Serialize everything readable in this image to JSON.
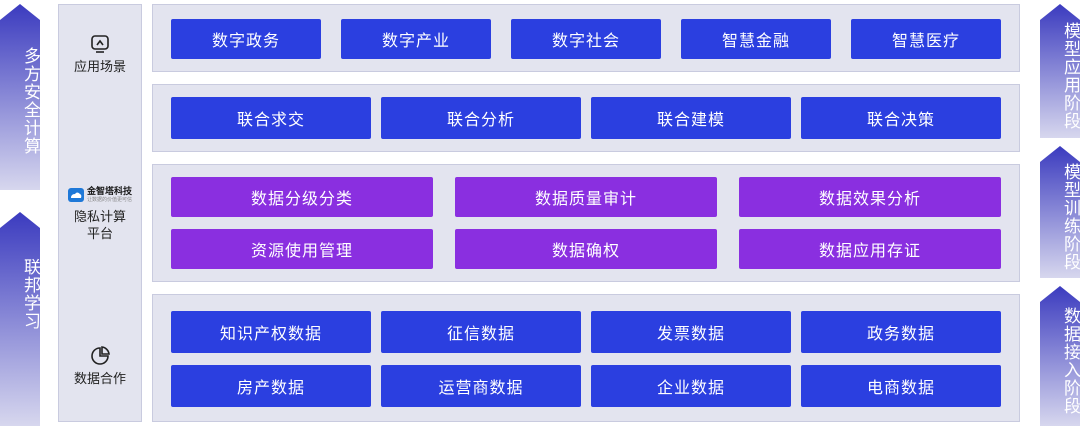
{
  "colors": {
    "blue": "#2b3fe0",
    "purple": "#8a2fe0",
    "panel": "#e3e4ef",
    "arrow_start": "#3b3bbf",
    "arrow_end": "#d7d7ee"
  },
  "left_arrows": [
    "多方安全计算",
    "联邦学习"
  ],
  "right_arrows": [
    "模型应用阶段",
    "模型训练阶段",
    "数据接入阶段"
  ],
  "sidebar": {
    "scene": {
      "label": "应用场景",
      "icon": "presentation-icon"
    },
    "platform": {
      "brand": "金智塔科技",
      "brand_sub": "让数据的价值更可信",
      "label_line1": "隐私计算",
      "label_line2": "平台",
      "icon": "cloud-logo-icon"
    },
    "coop": {
      "label": "数据合作",
      "icon": "pie-chart-icon"
    }
  },
  "layers": {
    "scenes": [
      "数字政务",
      "数字产业",
      "数字社会",
      "智慧金融",
      "智慧医疗"
    ],
    "joint": [
      "联合求交",
      "联合分析",
      "联合建模",
      "联合决策"
    ],
    "governance_row1": [
      "数据分级分类",
      "数据质量审计",
      "数据效果分析"
    ],
    "governance_row2": [
      "资源使用管理",
      "数据确权",
      "数据应用存证"
    ],
    "data_row1": [
      "知识产权数据",
      "征信数据",
      "发票数据",
      "政务数据"
    ],
    "data_row2": [
      "房产数据",
      "运营商数据",
      "企业数据",
      "电商数据"
    ]
  }
}
